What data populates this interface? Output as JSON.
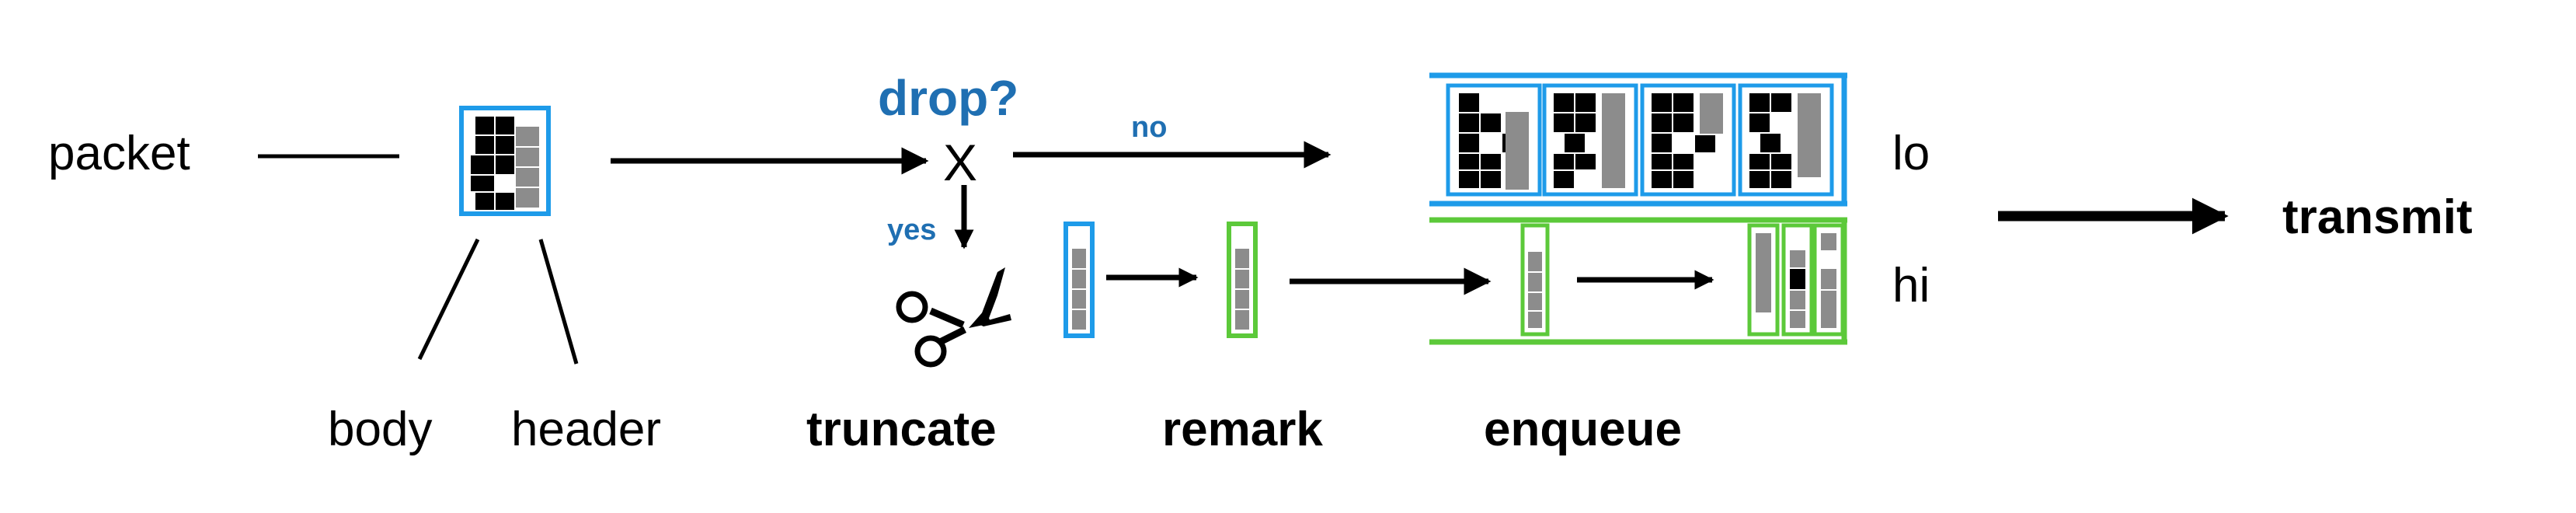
{
  "labels": {
    "packet": "packet",
    "body": "body",
    "header": "header",
    "drop": "drop?",
    "cross": "X",
    "no": "no",
    "yes": "yes",
    "truncate": "truncate",
    "remark": "remark",
    "enqueue": "enqueue",
    "lo": "lo",
    "hi": "hi",
    "transmit": "transmit"
  },
  "colors": {
    "blue": "#1e9be9",
    "green": "#5cc93a",
    "gray": "#8c8c8c",
    "black": "#000000",
    "label_blue": "#1f6fb2"
  },
  "icons": {
    "scissors": "scissors-icon"
  }
}
